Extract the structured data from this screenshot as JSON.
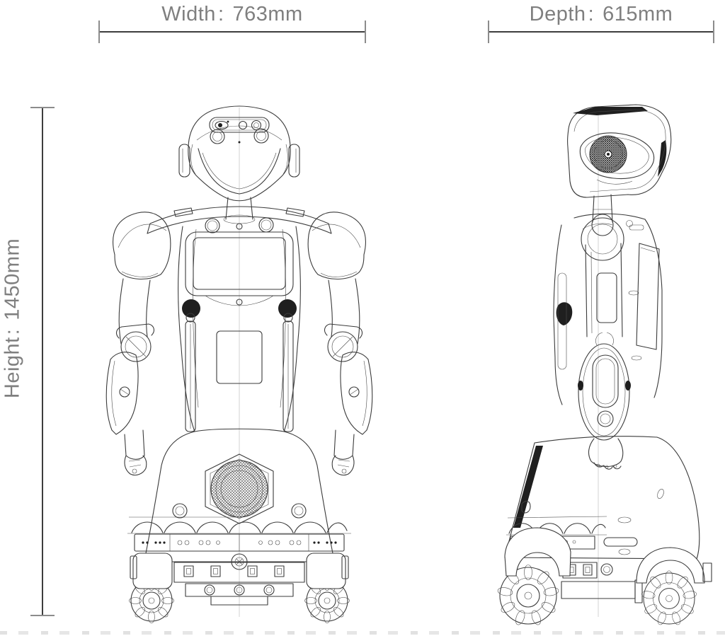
{
  "dimensions": {
    "width": {
      "label": "Width",
      "separator": ":",
      "value": "763mm"
    },
    "depth": {
      "label": "Depth",
      "separator": ":",
      "value": "615mm"
    },
    "height": {
      "label": "Height",
      "separator": ":",
      "value": "1450mm"
    }
  },
  "figure": {
    "type": "technical-line-drawing",
    "subject": "humanoid service robot dimension diagram",
    "views": [
      "front",
      "side"
    ]
  },
  "colors": {
    "background": "#ffffff",
    "dimension_text": "#7f7f7f",
    "dimension_line": "#3d3d3d",
    "dimension_tick": "#8c8c8c",
    "drawing_line": "#3b3b3b"
  }
}
